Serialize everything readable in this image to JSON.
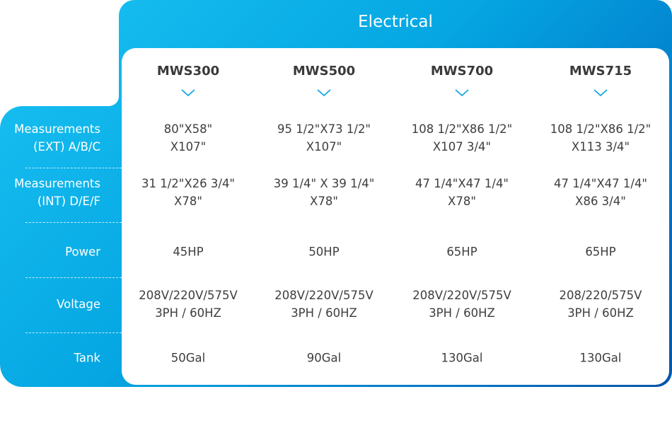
{
  "title": "Electrical",
  "accent_color": "#05a6e2",
  "models": [
    "MWS300",
    "MWS500",
    "MWS700",
    "MWS715"
  ],
  "rows": [
    {
      "label": [
        "Measurements",
        "(EXT) A/B/C"
      ],
      "values": [
        [
          "80\"X58\"",
          "X107\""
        ],
        [
          "95 1/2\"X73 1/2\"",
          "X107\""
        ],
        [
          "108 1/2\"X86 1/2\"",
          "X107 3/4\""
        ],
        [
          "108 1/2\"X86 1/2\"",
          "X113 3/4\""
        ]
      ]
    },
    {
      "label": [
        "Measurements",
        "(INT) D/E/F"
      ],
      "values": [
        [
          "31 1/2\"X26 3/4\"",
          "X78\""
        ],
        [
          "39 1/4\" X 39 1/4\"",
          "X78\""
        ],
        [
          "47 1/4\"X47 1/4\"",
          "X78\""
        ],
        [
          "47 1/4\"X47 1/4\"",
          "X86 3/4\""
        ]
      ]
    },
    {
      "label": [
        "Power"
      ],
      "values": [
        [
          "45HP"
        ],
        [
          "50HP"
        ],
        [
          "65HP"
        ],
        [
          "65HP"
        ]
      ]
    },
    {
      "label": [
        "Voltage"
      ],
      "values": [
        [
          "208V/220V/575V",
          "3PH / 60HZ"
        ],
        [
          "208V/220V/575V",
          "3PH / 60HZ"
        ],
        [
          "208V/220V/575V",
          "3PH / 60HZ"
        ],
        [
          "208/220/575V",
          "3PH / 60HZ"
        ]
      ]
    },
    {
      "label": [
        "Tank"
      ],
      "values": [
        [
          "50Gal"
        ],
        [
          "90Gal"
        ],
        [
          "130Gal"
        ],
        [
          "130Gal"
        ]
      ]
    }
  ]
}
